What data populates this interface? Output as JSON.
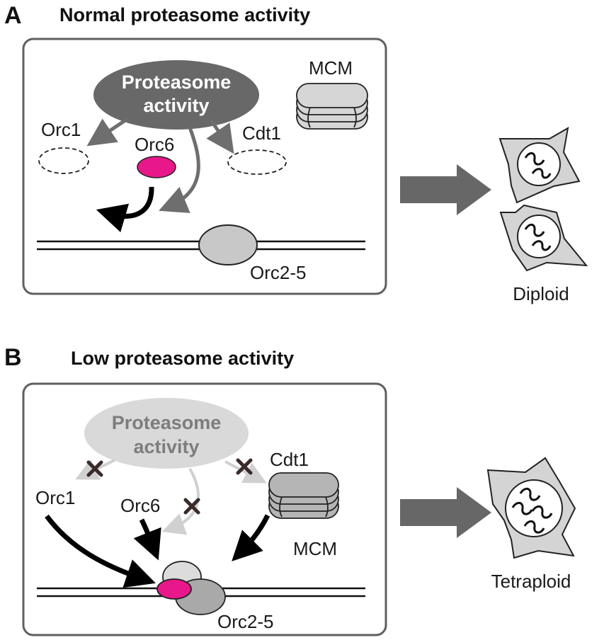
{
  "panel_a": {
    "letter": "A",
    "title": "Normal proteasome activity",
    "proteasome_line1": "Proteasome",
    "proteasome_line2": "activity",
    "orc1": "Orc1",
    "orc6": "Orc6",
    "cdt1": "Cdt1",
    "mcm": "MCM",
    "orc25": "Orc2-5",
    "outcome": "Diploid"
  },
  "panel_b": {
    "letter": "B",
    "title": "Low proteasome activity",
    "proteasome_line1": "Proteasome",
    "proteasome_line2": "activity",
    "orc1": "Orc1",
    "orc6": "Orc6",
    "cdt1": "Cdt1",
    "mcm": "MCM",
    "orc25": "Orc2-5",
    "outcome": "Tetraploid"
  },
  "colors": {
    "magenta": "#e8178a",
    "dark_grey": "#6b6b6b",
    "light_grey": "#d4d4d4",
    "arrow_grey": "#6e6e6e",
    "black": "#000000"
  }
}
